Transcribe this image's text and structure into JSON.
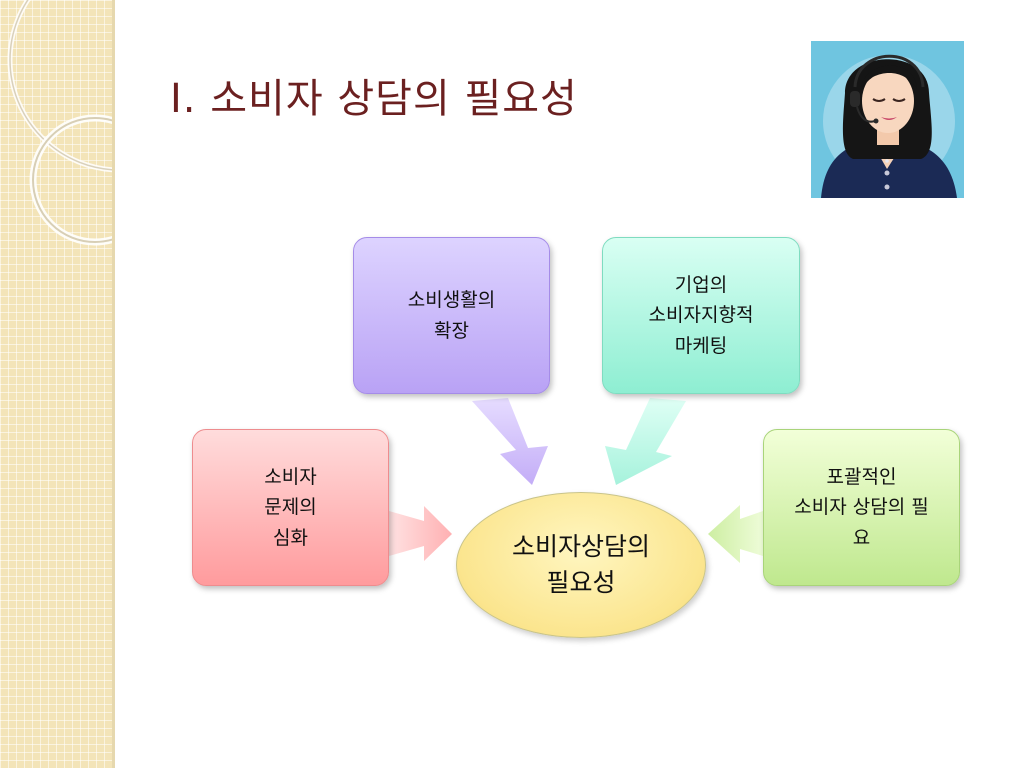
{
  "slide": {
    "title": "I.  소비자 상담의 필요성"
  },
  "diagram": {
    "center": {
      "lines": [
        "소비자상담의",
        "필요성"
      ]
    },
    "nodes": [
      {
        "id": "top-left",
        "lines": [
          "소비생활의",
          "확장"
        ],
        "color": "#c0acf7"
      },
      {
        "id": "top-right",
        "lines": [
          "기업의",
          "소비자지향적",
          "마케팅"
        ],
        "color": "#a6f2dc"
      },
      {
        "id": "left",
        "lines": [
          "소비자",
          "문제의",
          "심화"
        ],
        "color": "#ffb0b2"
      },
      {
        "id": "right",
        "lines": [
          "포괄적인",
          "소비자 상담의 필",
          "요"
        ],
        "color": "#cdeea2"
      }
    ]
  },
  "icons": {
    "avatar": "woman-with-headset-icon"
  },
  "colors": {
    "title": "#6b2020",
    "strip": "#f3e4b8"
  }
}
